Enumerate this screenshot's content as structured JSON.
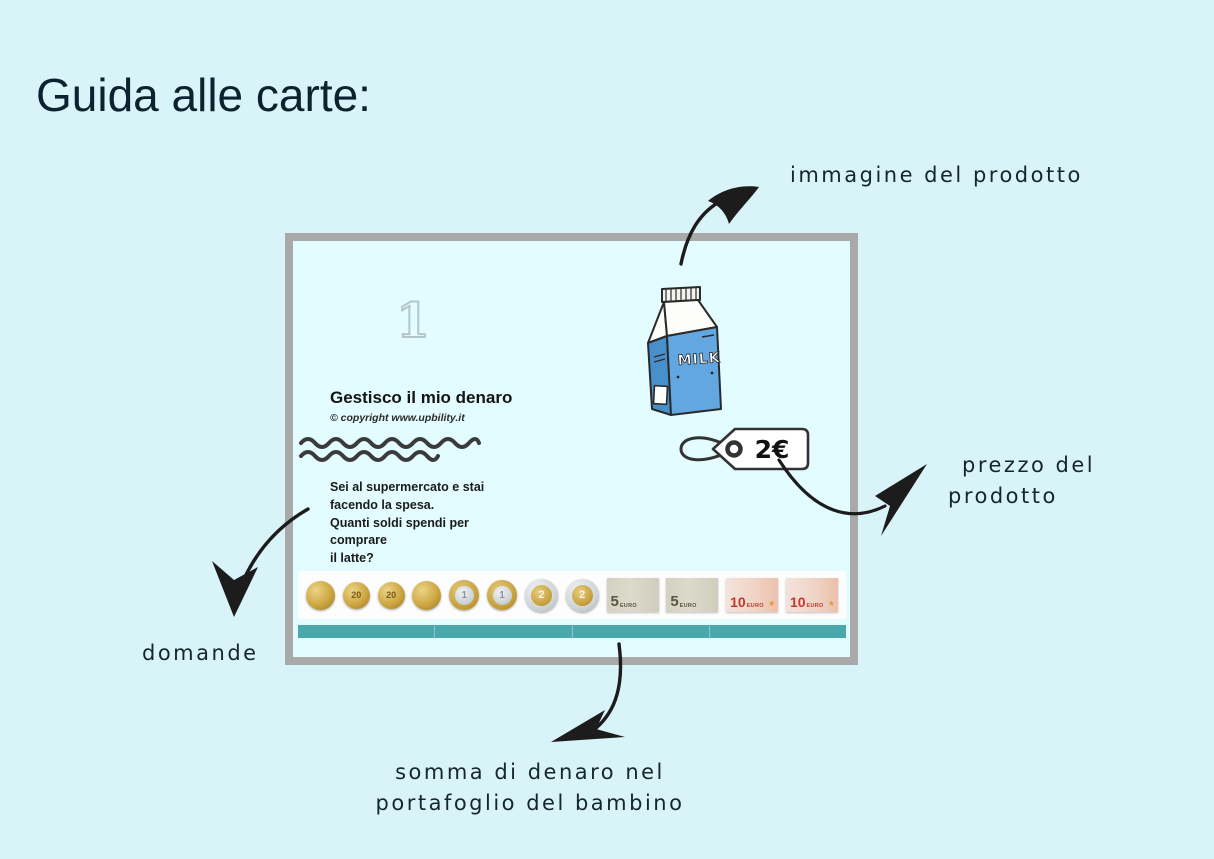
{
  "title": "Guida alle carte:",
  "card": {
    "number": "1",
    "heading": "Gestisco il mio denaro",
    "copyright": "© copyright www.upbility.it",
    "question": "Sei al supermercato e stai\nfacendo la spesa.\nQuanti soldi spendi per comprare\nil latte?",
    "milk_label": "MILK",
    "price": "2€",
    "wallet": {
      "coins": [
        {
          "denomination": "50 cent",
          "label": ""
        },
        {
          "denomination": "20 cent",
          "label": "20"
        },
        {
          "denomination": "20 cent",
          "label": "20"
        },
        {
          "denomination": "50 cent",
          "label": ""
        },
        {
          "denomination": "1 euro",
          "label": "1"
        },
        {
          "denomination": "1 euro",
          "label": "1"
        },
        {
          "denomination": "2 euro",
          "label": "2"
        },
        {
          "denomination": "2 euro",
          "label": "2"
        }
      ],
      "banknotes": [
        {
          "value": "5",
          "currency": "EURO"
        },
        {
          "value": "5",
          "currency": "EURO"
        },
        {
          "value": "10",
          "currency": "EURO"
        },
        {
          "value": "10",
          "currency": "EURO"
        }
      ]
    }
  },
  "annotations": {
    "product_image": "immagine del prodotto",
    "product_price_line1": "prezzo del",
    "product_price_line2": "prodotto",
    "questions": "domande",
    "wallet_line1": "somma di denaro nel",
    "wallet_line2": "portafoglio del bambino"
  },
  "colors": {
    "background": "#d8f4f9",
    "card_background": "#e2fcff",
    "card_border": "#a9a9a9",
    "teal_bar": "#4aa8ac",
    "milk_blue": "#5fa3dc",
    "annotation_ink": "#17252f"
  }
}
